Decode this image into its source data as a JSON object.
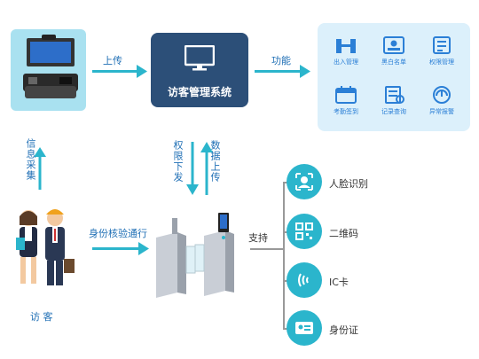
{
  "diagram": {
    "upload_label": "上传",
    "system_title": "访客管理系统",
    "function_label": "功能",
    "info_collect_label": "信息采集",
    "permission_label": "权限下发",
    "data_upload_label": "数据上传",
    "visitor_label": "访 客",
    "identity_check_label": "身份核验通行",
    "support_label": "支持",
    "functions": [
      {
        "label": "出入管理",
        "icon": "entry-icon"
      },
      {
        "label": "黑白名单",
        "icon": "list-icon"
      },
      {
        "label": "权限管理",
        "icon": "permission-icon"
      },
      {
        "label": "考勤签到",
        "icon": "attendance-icon"
      },
      {
        "label": "记录查询",
        "icon": "record-icon"
      },
      {
        "label": "异常报警",
        "icon": "alarm-icon"
      }
    ],
    "methods": [
      {
        "label": "人脸识别",
        "icon": "face-icon"
      },
      {
        "label": "二维码",
        "icon": "qrcode-icon"
      },
      {
        "label": "IC卡",
        "icon": "card-icon"
      },
      {
        "label": "身份证",
        "icon": "idcard-icon"
      }
    ]
  },
  "colors": {
    "accent": "#2bb5cc",
    "system_box": "#2c4f78",
    "text_blue": "#1f6fb5"
  }
}
